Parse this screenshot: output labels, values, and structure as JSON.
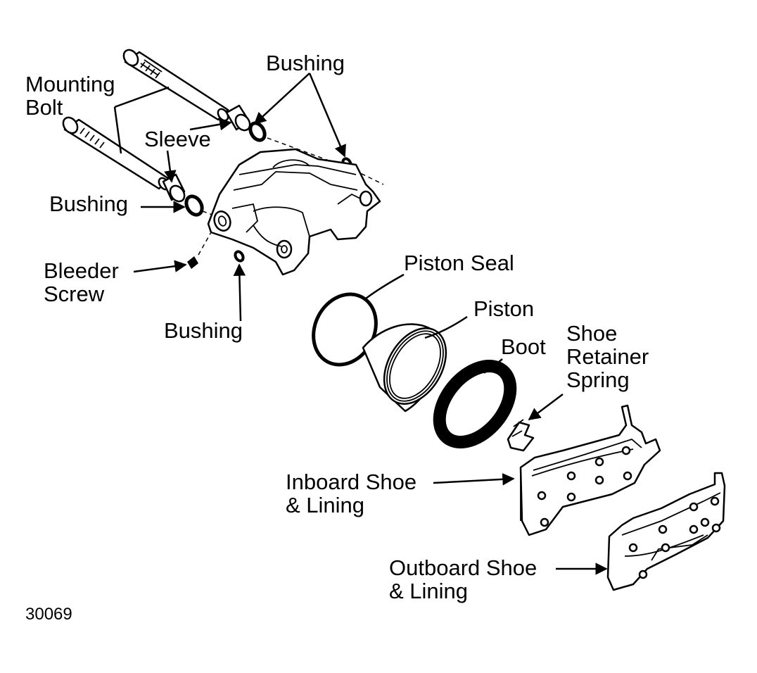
{
  "labels": {
    "mounting_bolt": [
      "Mounting",
      "Bolt"
    ],
    "bushing_top": "Bushing",
    "sleeve": "Sleeve",
    "bushing_left": "Bushing",
    "bleeder_screw": [
      "Bleeder",
      "Screw"
    ],
    "bushing_bottom": "Bushing",
    "piston_seal": "Piston Seal",
    "piston": "Piston",
    "boot": "Boot",
    "shoe_retainer_spring": [
      "Shoe",
      "Retainer",
      "Spring"
    ],
    "inboard_shoe": [
      "Inboard Shoe",
      "& Lining"
    ],
    "outboard_shoe": [
      "Outboard Shoe",
      "& Lining"
    ]
  },
  "figure_number": "30069"
}
